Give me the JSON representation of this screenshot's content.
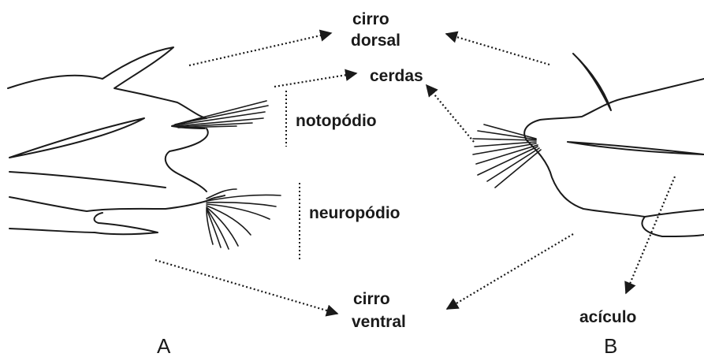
{
  "labels": {
    "cirro_dorsal_1": "cirro",
    "cirro_dorsal_2": "dorsal",
    "cerdas": "cerdas",
    "notopodio": "notopódio",
    "neuropodio": "neuropódio",
    "cirro_ventral_1": "cirro",
    "cirro_ventral_2": "ventral",
    "aciculo": "acículo",
    "panel_a": "A",
    "panel_b": "B"
  }
}
